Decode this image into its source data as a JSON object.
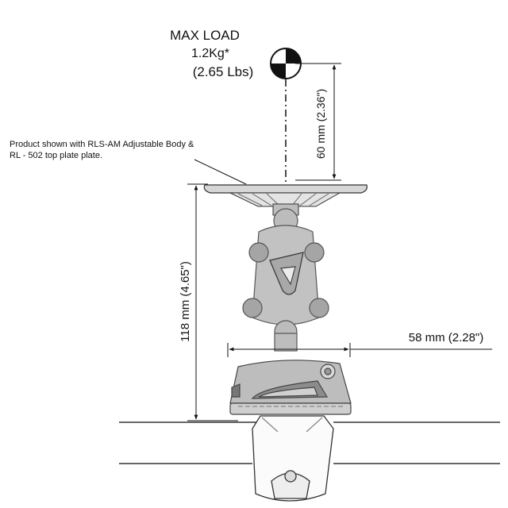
{
  "load": {
    "title": "MAX LOAD",
    "kg": "1.2Kg*",
    "lbs": "(2.65 Lbs)"
  },
  "note": {
    "line1": "Product shown with RLS-AM Adjustable Body &",
    "line2": "RL - 502 top plate plate."
  },
  "dimensions": {
    "height_cog": "60 mm (2.36\")",
    "height_total": "118 mm (4.65\")",
    "base_width": "58 mm (2.28\")"
  },
  "colors": {
    "line": "#111111",
    "outline": "#333333",
    "body_gray": "#b9b9b9",
    "body_dark": "#8c8c8c",
    "plate_gray": "#d6d6d6"
  }
}
